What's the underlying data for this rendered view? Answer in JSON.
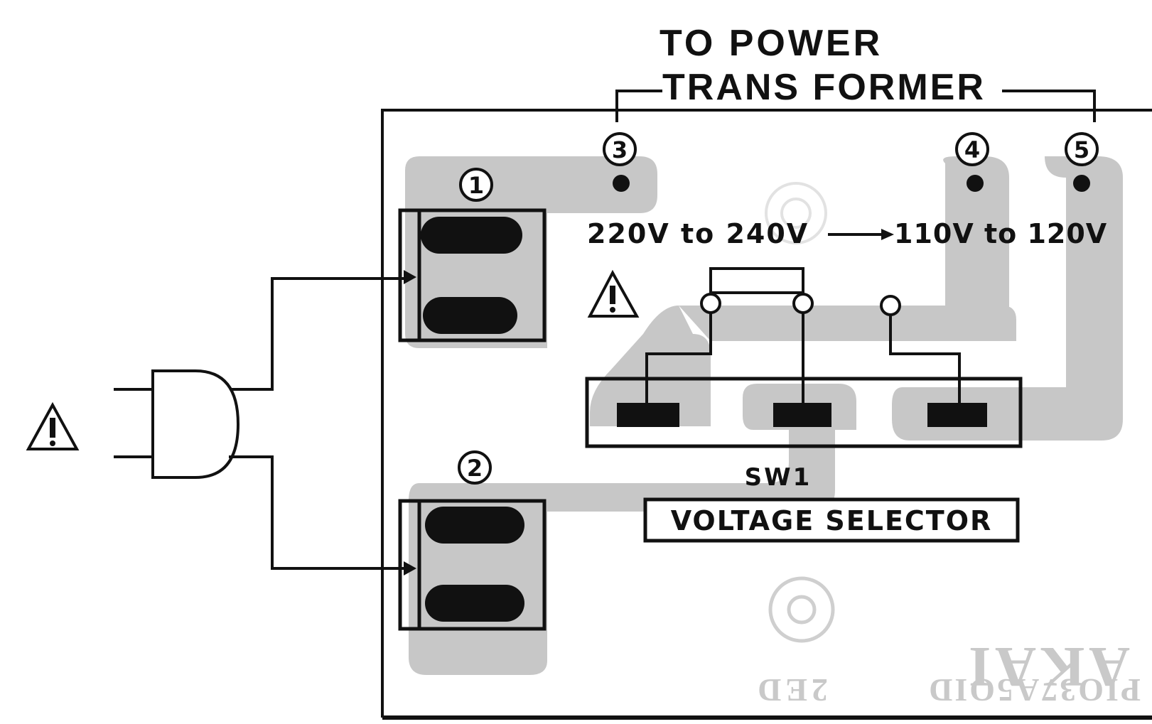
{
  "title": {
    "line1": "TO POWER",
    "line2": "TRANS FORMER"
  },
  "terminals": [
    "1",
    "2",
    "3",
    "4",
    "5"
  ],
  "voltage": {
    "high": "220V to 240V",
    "low": "110V to 120V"
  },
  "switch": {
    "id": "SW1",
    "name": "VOLTAGE SELECTOR"
  },
  "board_marks": {
    "brand": "AKAI",
    "part_number": "PIO37A5OID",
    "revision": "2ED"
  },
  "icons": {
    "warning": "warning-triangle-icon",
    "plug": "power-plug-icon"
  },
  "colors": {
    "ink": "#111111",
    "copper_trace": "#c7c7c7",
    "silkscreen_ghost": "#c9c9c9"
  }
}
